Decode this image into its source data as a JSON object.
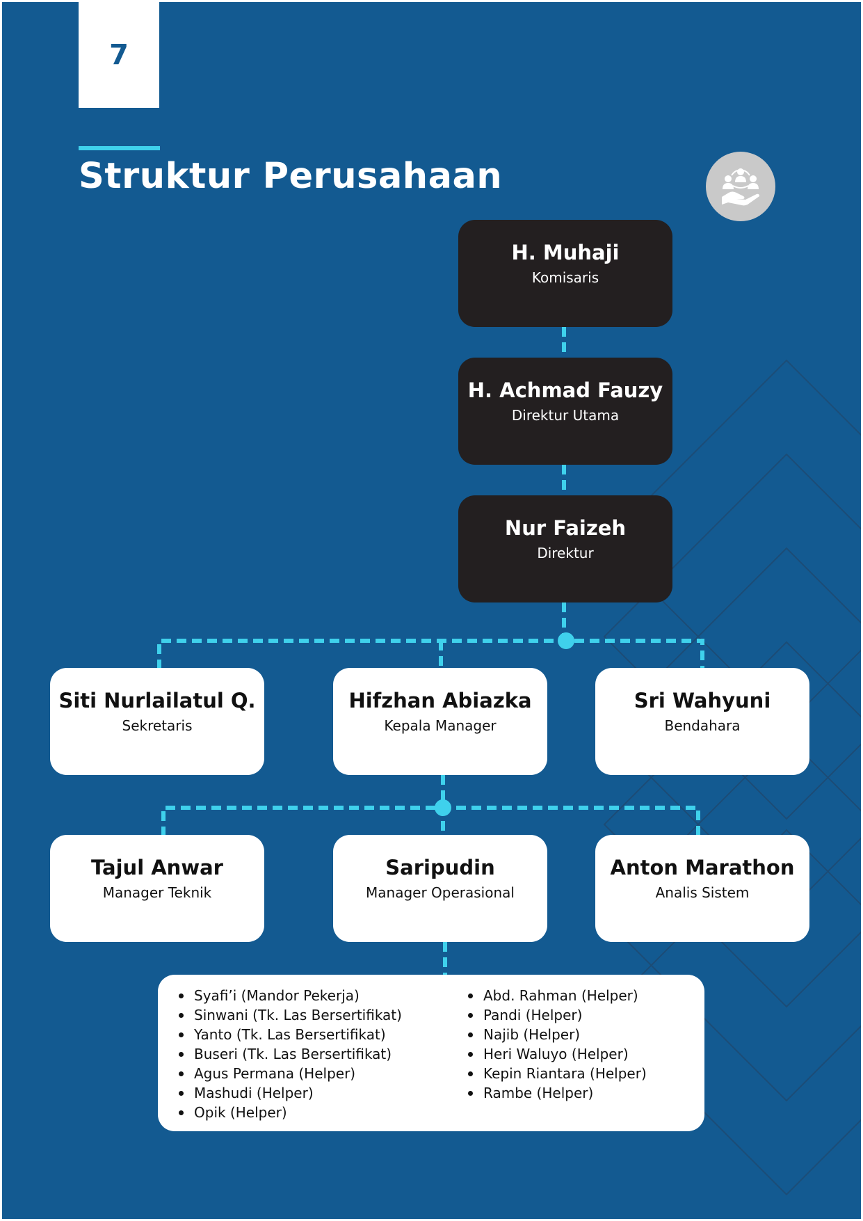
{
  "page_number": "7",
  "title": "Struktur Perusahaan",
  "icon": "people-in-hand-icon",
  "colors": {
    "background": "#135a91",
    "accent": "#3fd1ec",
    "dark_box": "#231f20",
    "light_box": "#ffffff",
    "icon_badge": "#c9c9c9"
  },
  "nodes": {
    "komisaris": {
      "name": "H. Muhaji",
      "role": "Komisaris"
    },
    "direktur_utama": {
      "name": "H. Achmad Fauzy",
      "role": "Direktur Utama"
    },
    "direktur": {
      "name": "Nur Faizeh",
      "role": "Direktur"
    },
    "sekretaris": {
      "name": "Siti Nurlailatul Q.",
      "role": "Sekretaris"
    },
    "kepala_manager": {
      "name": "Hifzhan Abiazka",
      "role": "Kepala Manager"
    },
    "bendahara": {
      "name": "Sri Wahyuni",
      "role": "Bendahara"
    },
    "manager_teknik": {
      "name": "Tajul Anwar",
      "role": "Manager Teknik"
    },
    "manager_operasional": {
      "name": "Saripudin",
      "role": "Manager Operasional"
    },
    "analis_sistem": {
      "name": "Anton Marathon",
      "role": "Analis Sistem"
    }
  },
  "staff": {
    "column_1": [
      "Syafi’i (Mandor Pekerja)",
      "Sinwani (Tk. Las Bersertifikat)",
      "Yanto (Tk. Las Bersertifikat)",
      "Buseri (Tk. Las Bersertifikat)",
      "Agus Permana (Helper)",
      "Mashudi (Helper)",
      "Opik (Helper)"
    ],
    "column_2": [
      "Abd. Rahman (Helper)",
      "Pandi (Helper)",
      "Najib (Helper)",
      "Heri Waluyo (Helper)",
      "Kepin Riantara (Helper)",
      "Rambe (Helper)"
    ]
  }
}
